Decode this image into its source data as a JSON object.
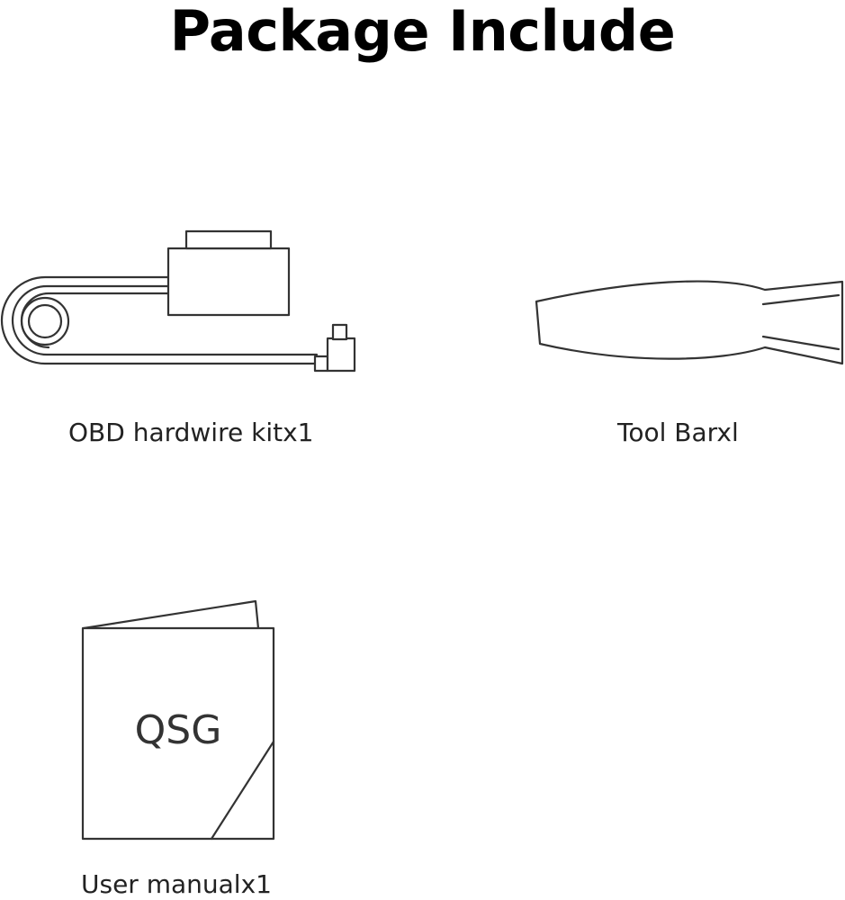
{
  "page": {
    "title": "Package Include"
  },
  "items": [
    {
      "label": "OBD hardwire kitx1",
      "icon": "obd-hardwire-kit-icon"
    },
    {
      "label": "Tool Barxl",
      "icon": "pry-tool-bar-icon"
    },
    {
      "label": "User manualx1",
      "icon": "user-manual-booklet-icon",
      "booklet_text": "QSG"
    }
  ],
  "colors": {
    "text": "#111111",
    "line_art": "#333333",
    "background": "#ffffff"
  }
}
